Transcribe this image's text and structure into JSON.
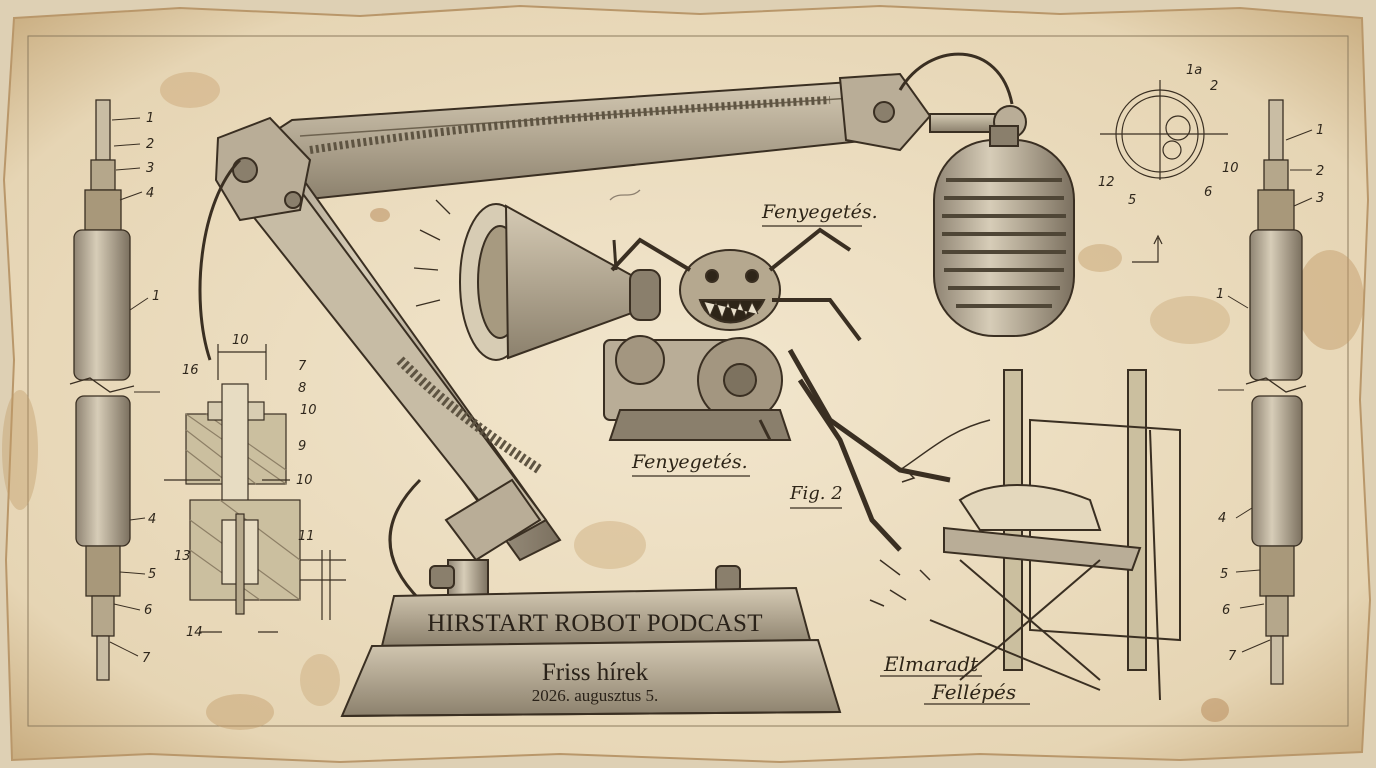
{
  "plate": {
    "title": "HIRSTART ROBOT PODCAST",
    "subtitle": "Friss hírek",
    "date": "2026. augusztus 5."
  },
  "annotations": {
    "threat_top": "Fenyegetés.",
    "threat_bottom": "Fenyegetés.",
    "figure": "Fig. 2",
    "missed_1": "Elmaradt",
    "missed_2": "Fellépés"
  },
  "left_cable_labels": [
    "1",
    "2",
    "3",
    "4",
    "1",
    "4",
    "5",
    "6",
    "7"
  ],
  "right_cable_labels": [
    "1",
    "2",
    "3",
    "1",
    "4",
    "5",
    "6",
    "7"
  ],
  "section_labels": [
    "10",
    "16",
    "7",
    "8",
    "10",
    "9",
    "10",
    "13",
    "11",
    "14"
  ],
  "circle_labels": [
    "1a",
    "2",
    "10",
    "6",
    "12",
    "5"
  ],
  "colors": {
    "paper": "#e9dcc2",
    "ink": "#2e2518",
    "metal": "#b9ad97",
    "stain": "#b98e5e"
  }
}
